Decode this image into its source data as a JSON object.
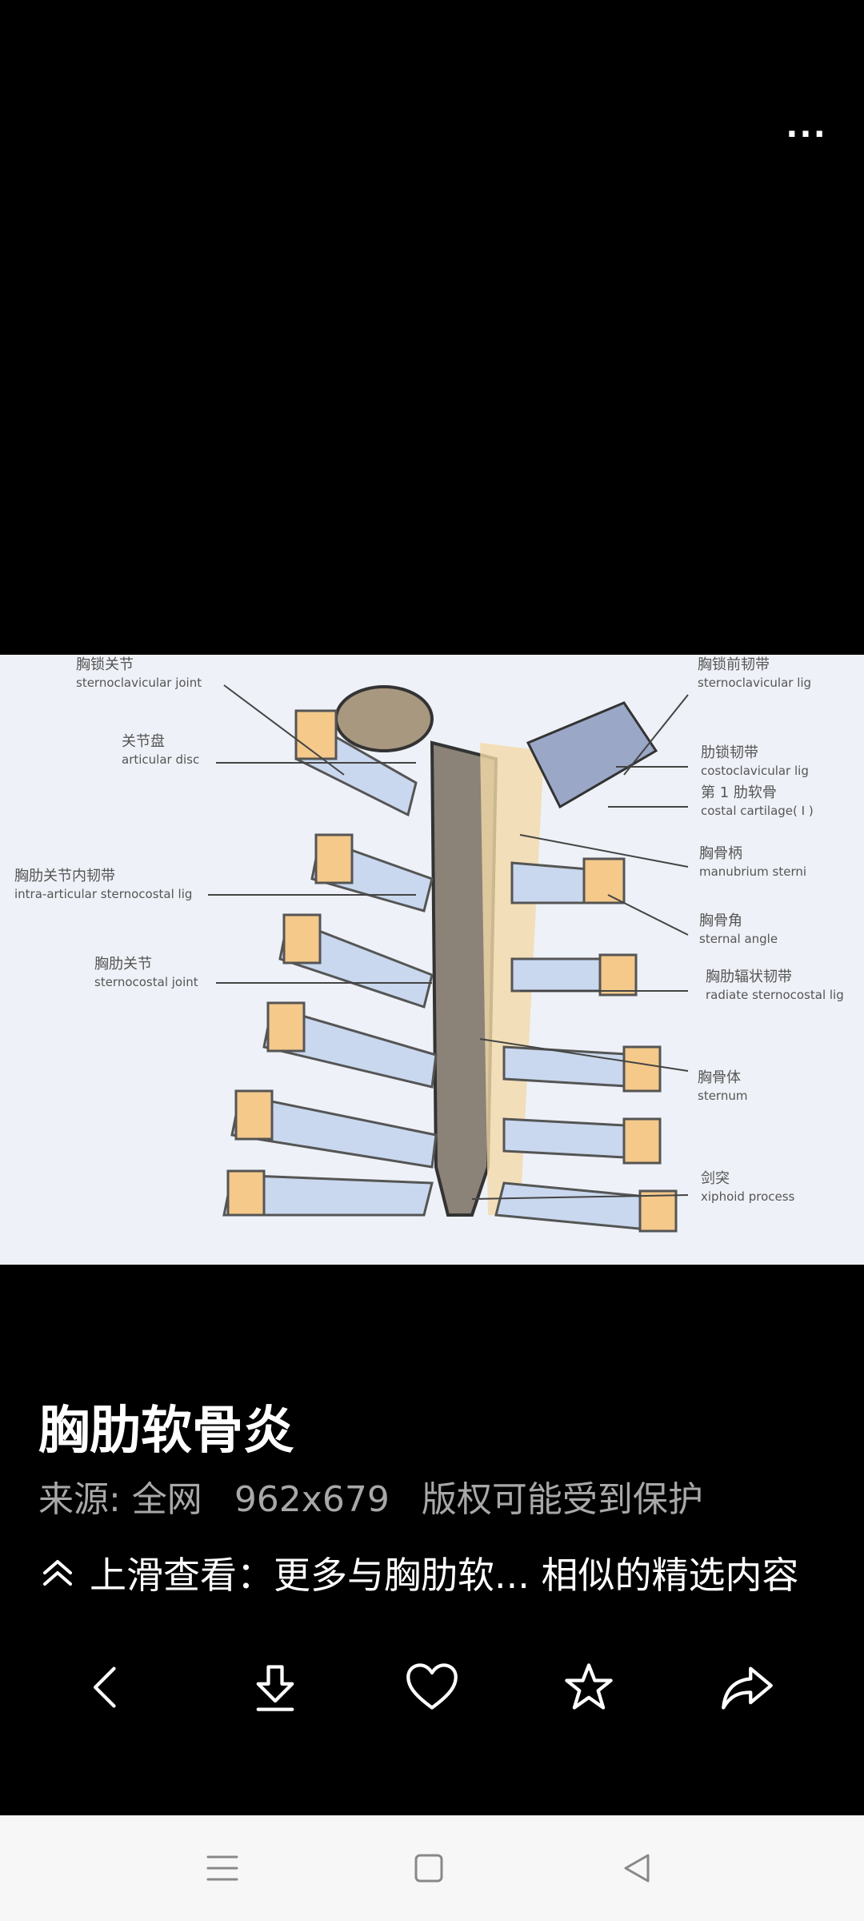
{
  "header": {
    "more_label": "..."
  },
  "image": {
    "labels": [
      {
        "zh": "胸锁关节",
        "en": "sternoclavicular joint"
      },
      {
        "zh": "关节盘",
        "en": "articular disc"
      },
      {
        "zh": "胸肋关节内韧带",
        "en": "intra-articular sternocostal lig"
      },
      {
        "zh": "胸肋关节",
        "en": "sternocostal joint"
      },
      {
        "zh": "胸锁前韧带",
        "en": "sternoclavicular lig"
      },
      {
        "zh": "肋锁韧带",
        "en": "costoclavicular lig"
      },
      {
        "zh": "第 1 肋软骨",
        "en": "costal cartilage( I )"
      },
      {
        "zh": "胸骨柄",
        "en": "manubrium sterni"
      },
      {
        "zh": "胸骨角",
        "en": "sternal angle"
      },
      {
        "zh": "胸肋辐状韧带",
        "en": "radiate sternocostal lig"
      },
      {
        "zh": "胸骨体",
        "en": "sternum"
      },
      {
        "zh": "剑突",
        "en": "xiphoid process"
      }
    ]
  },
  "caption": {
    "title": "胸肋软骨炎",
    "source": "来源: 全网",
    "size": "962x679",
    "copyright": "版权可能受到保护"
  },
  "swipe_hint": {
    "text": "上滑查看：更多与胸肋软...   相似的精选内容"
  },
  "actions": [
    {
      "name": "back",
      "icon": "chevron-left-icon"
    },
    {
      "name": "download",
      "icon": "download-icon"
    },
    {
      "name": "like",
      "icon": "heart-icon"
    },
    {
      "name": "favorite",
      "icon": "star-icon"
    },
    {
      "name": "share",
      "icon": "share-icon"
    }
  ],
  "nav": [
    {
      "name": "menu",
      "icon": "menu-icon"
    },
    {
      "name": "home",
      "icon": "square-icon"
    },
    {
      "name": "back",
      "icon": "triangle-back-icon"
    }
  ]
}
